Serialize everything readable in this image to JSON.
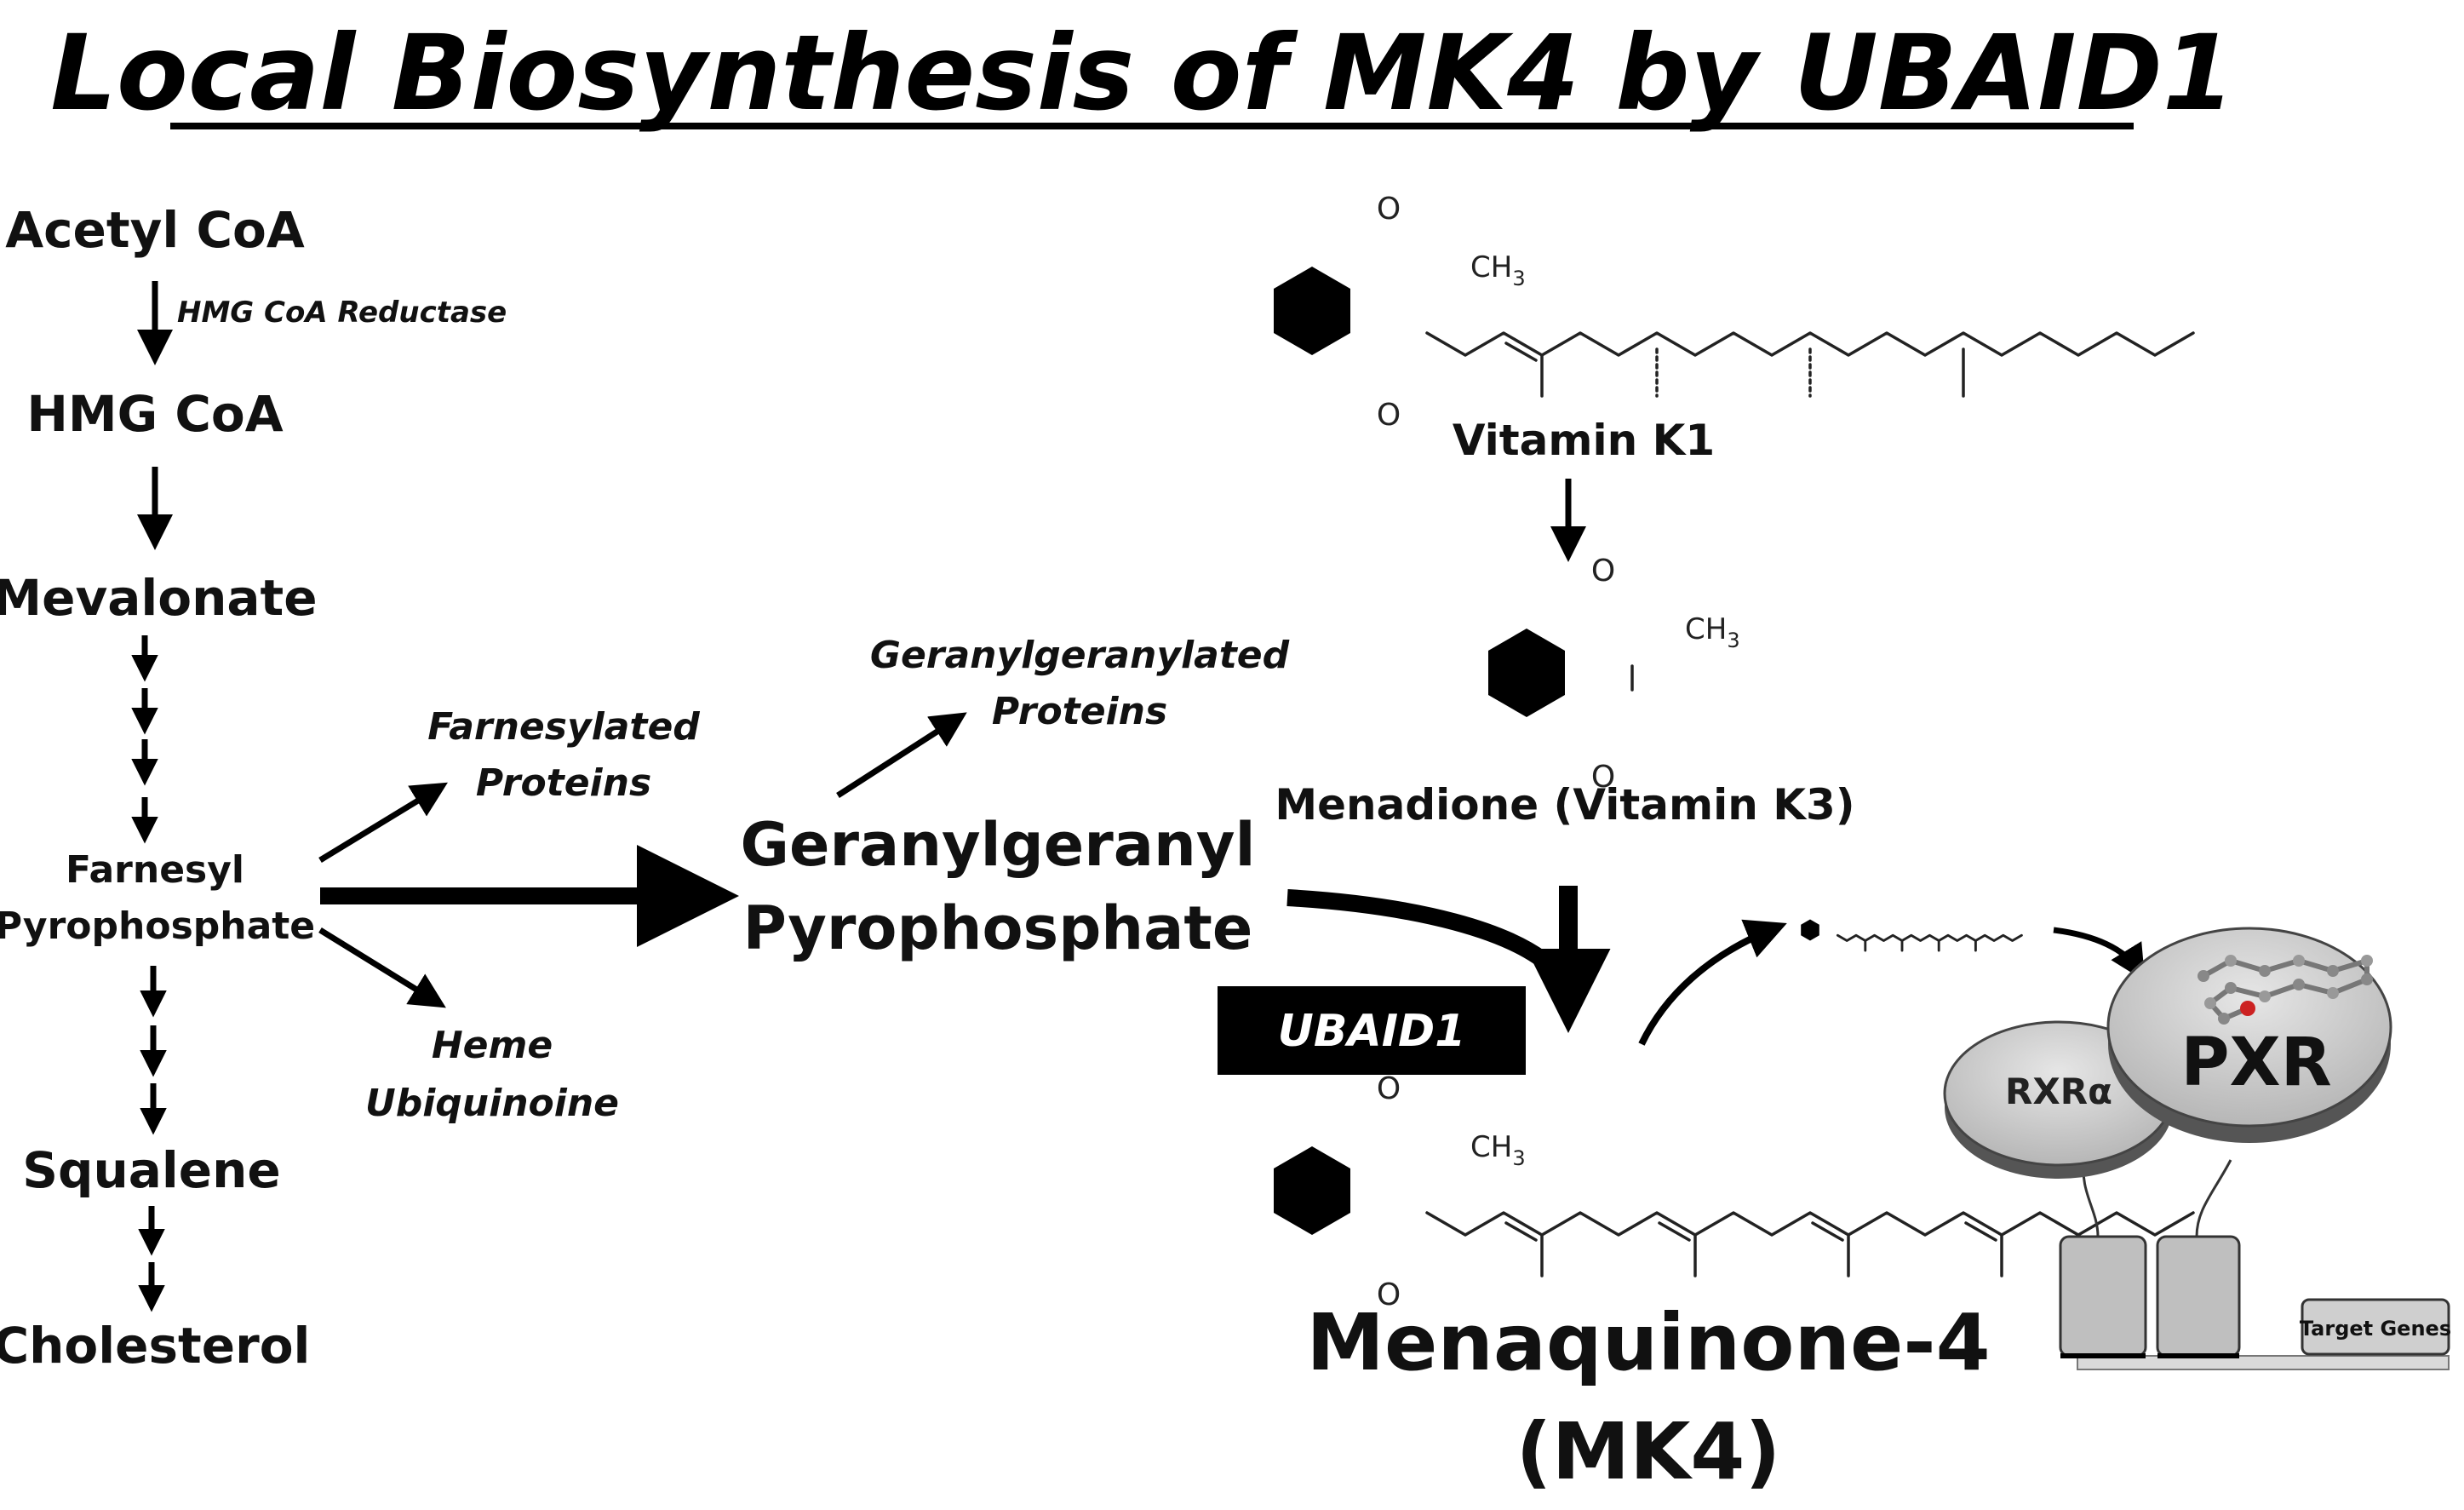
{
  "title": "Local Biosynthesis of MK4 by UBAID1",
  "pathway": {
    "acetyl_coa": "Acetyl CoA",
    "hmg_coa_reductase": "HMG CoA Reductase",
    "hmg_coa": "HMG CoA",
    "mevalonate": "Mevalonate",
    "farnesyl_line1": "Farnesyl",
    "farnesyl_line2": "Pyrophosphate",
    "squalene": "Squalene",
    "cholesterol": "Cholesterol"
  },
  "branches": {
    "farnesylated_line1": "Farnesylated",
    "farnesylated_line2": "Proteins",
    "heme": "Heme",
    "ubiquinoine": "Ubiquinoine",
    "ggpp_line1": "Geranylgeranyl",
    "ggpp_line2": "Pyrophosphate",
    "ggp_proteins_line1": "Geranylgeranylated",
    "ggp_proteins_line2": "Proteins"
  },
  "vitamins": {
    "k1": "Vitamin K1",
    "menadione": "Menadione (Vitamin K3)",
    "mk4_line1": "Menaquinone-4",
    "mk4_line2": "(MK4)"
  },
  "enzyme": {
    "label": "UBAID1"
  },
  "receptor": {
    "rxr": "RXRα",
    "pxr": "PXR",
    "target_genes": "Target Genes"
  },
  "chem": {
    "oxygen": "O",
    "methyl": "CH",
    "methyl_sub": "3"
  }
}
